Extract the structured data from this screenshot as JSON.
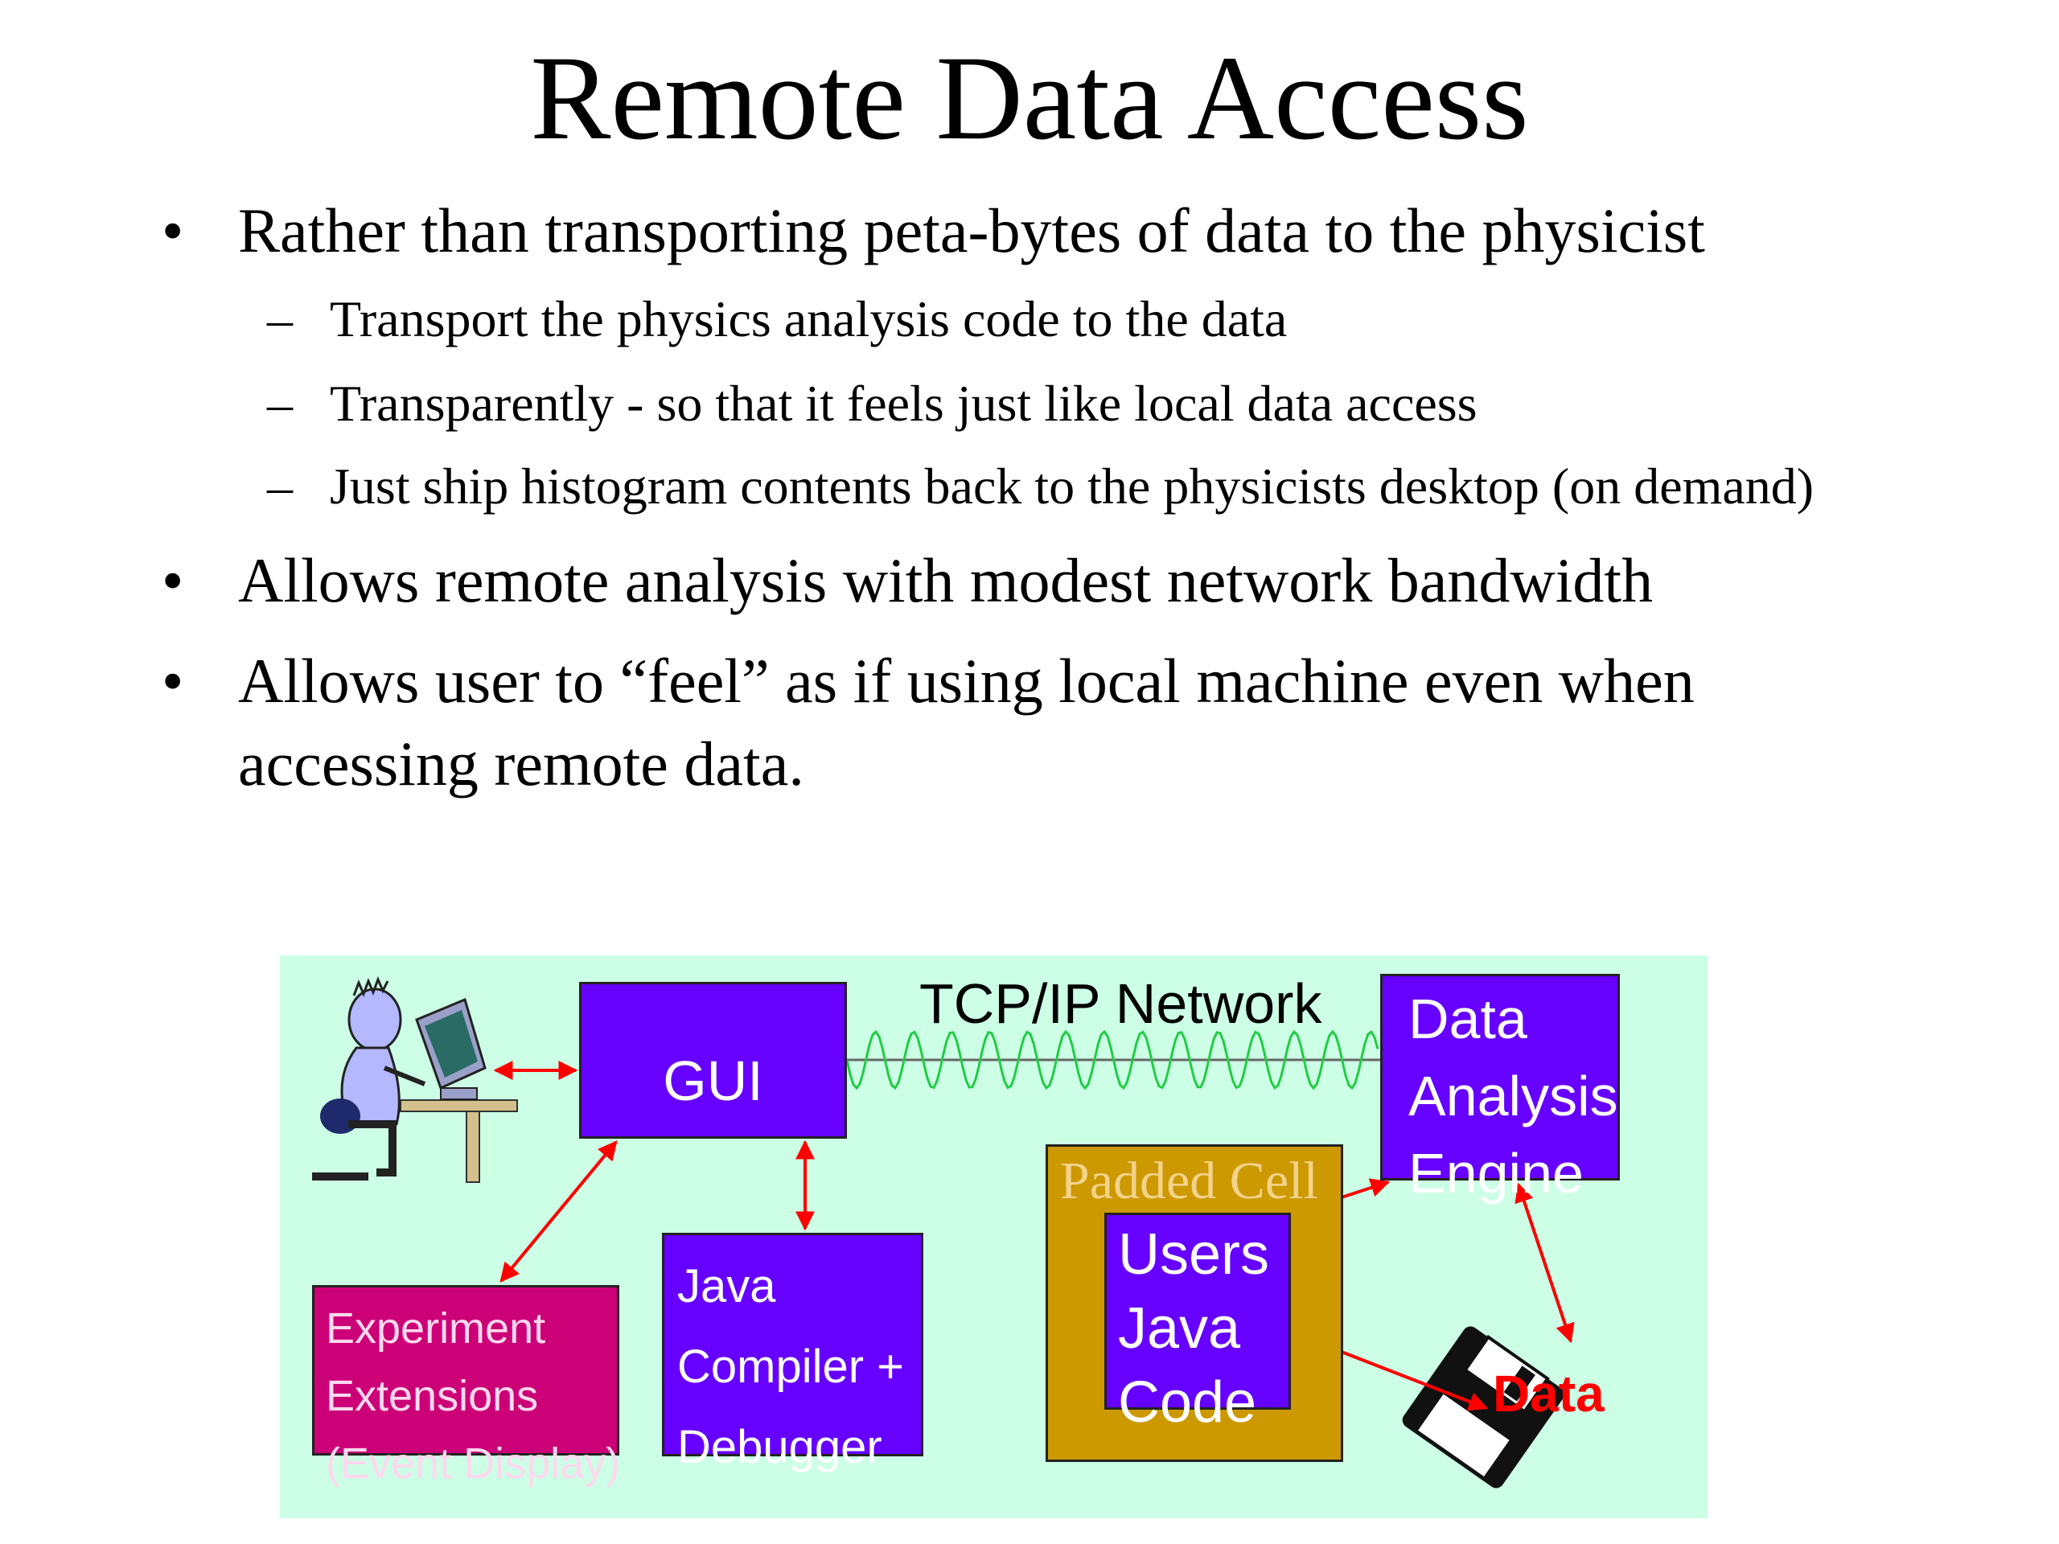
{
  "slide": {
    "title": "Remote Data Access",
    "bullets": [
      {
        "marker": "•",
        "text": "Rather than transporting peta-bytes of data to the physicist"
      },
      {
        "marker": "–",
        "text": "Transport the physics analysis code to the data"
      },
      {
        "marker": "–",
        "text": "Transparently - so that it feels just like local data access"
      },
      {
        "marker": "–",
        "text": "Just ship histogram contents back to the physicists desktop (on demand)"
      },
      {
        "marker": "•",
        "text": "Allows remote analysis with modest network bandwidth"
      },
      {
        "marker": "•",
        "text": "Allows user to “feel” as if using local machine even when"
      },
      {
        "text": "accessing remote data."
      }
    ]
  },
  "diagram": {
    "network_label": "TCP/IP Network",
    "gui": "GUI",
    "data_analysis_engine": [
      "Data",
      "Analysis",
      "Engine"
    ],
    "padded_cell": "Padded Cell",
    "users_java_code": [
      "Users",
      "Java",
      "Code"
    ],
    "experiment_extensions": [
      "Experiment",
      "Extensions",
      "(Event Display)"
    ],
    "java_compiler": [
      "Java",
      "Compiler +",
      "Debugger"
    ],
    "data_label": "Data",
    "icons": [
      "user-at-computer-icon",
      "floppy-disk-icon"
    ],
    "colors": {
      "panel": "#ccffe6",
      "purple_box": "#6600ff",
      "magenta_box": "#cc0077",
      "padded_cell": "#cc9900",
      "arrow": "#ff0000",
      "network_wave": "#00cc33"
    }
  }
}
